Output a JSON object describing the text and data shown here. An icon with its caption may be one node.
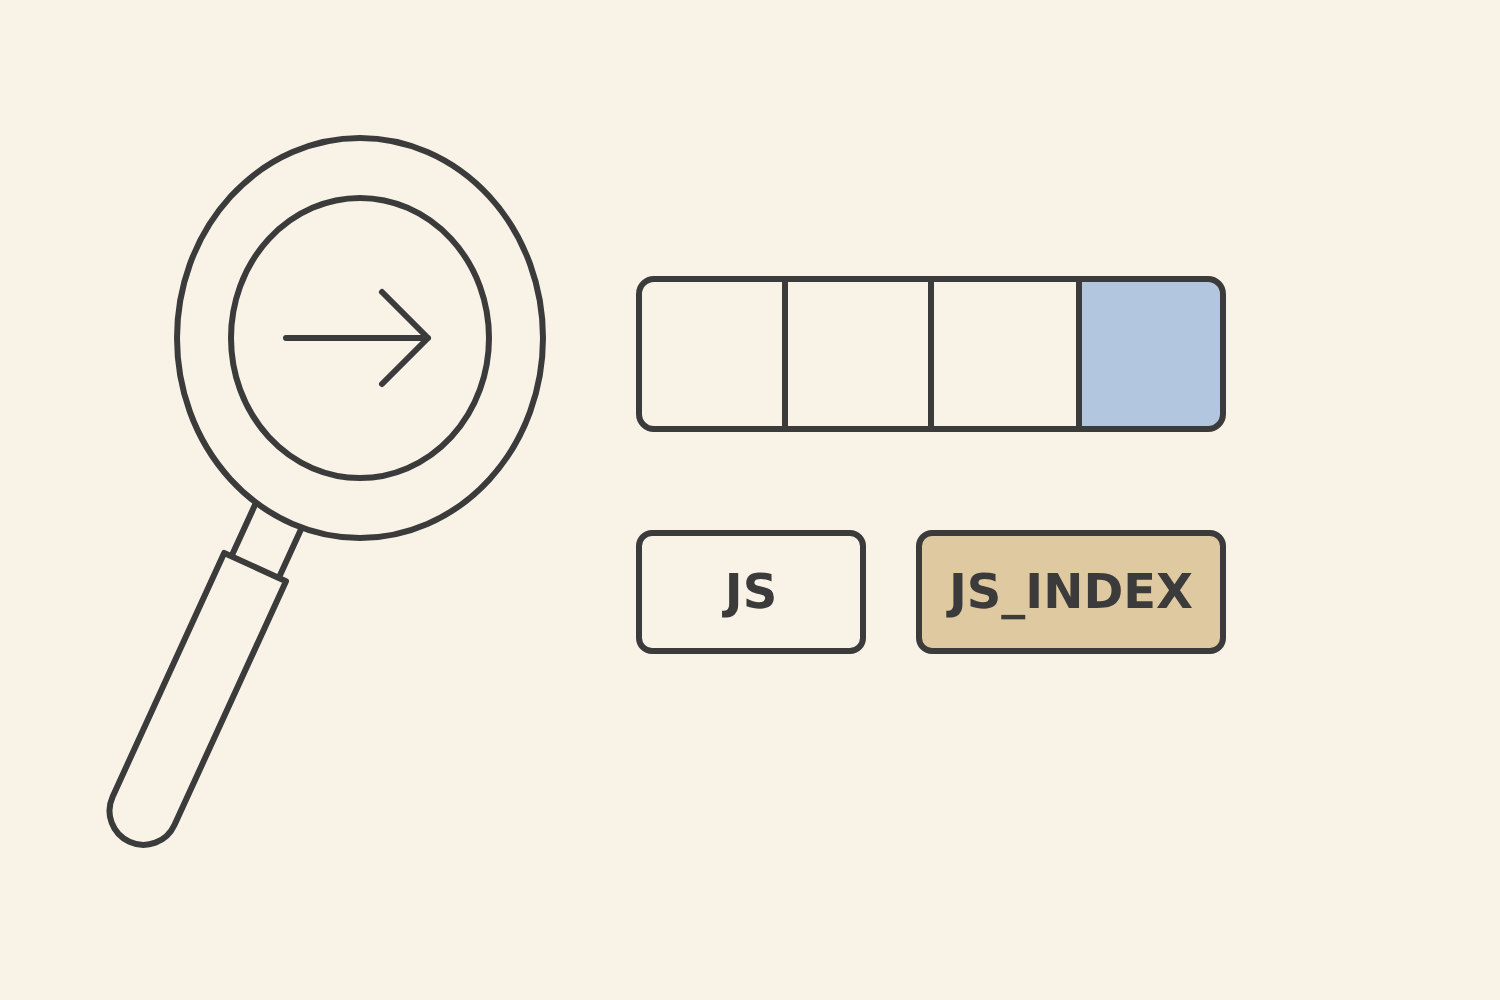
{
  "diagram": {
    "nodes": [
      {
        "text": [],
        "shape": "box"
      },
      {
        "text": [],
        "shape": "box"
      },
      {
        "text": [],
        "shape": "box"
      },
      {
        "text": [],
        "shape": "box"
      },
      {
        "text": [
          "JS"
        ]
      },
      {
        "text": [
          "JS_INDEX"
        ]
      }
    ]
  }
}
